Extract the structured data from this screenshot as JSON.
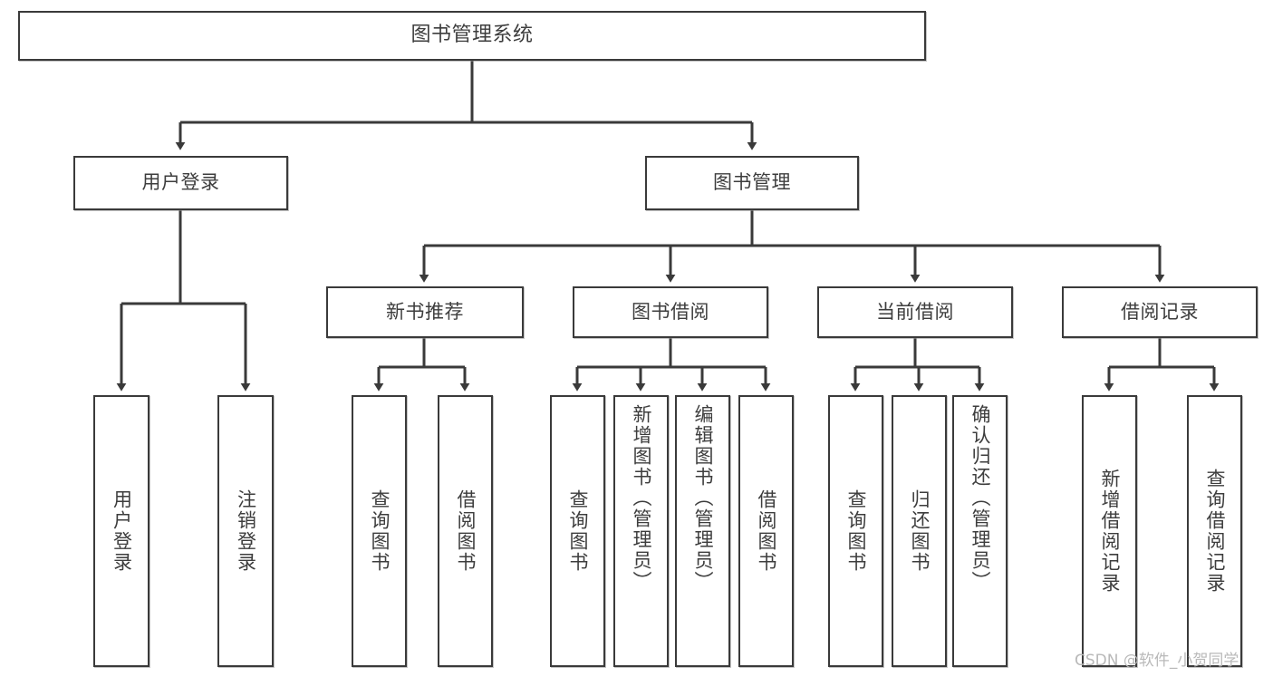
{
  "diagram": {
    "type": "tree",
    "title": "图书管理系统",
    "watermark": "CSDN @软件_小贺同学",
    "colors": {
      "box_border": "#3a3a3a",
      "box_fill": "#ffffff",
      "text": "#3d3d3d",
      "edge": "#3a3a3a",
      "watermark": "#b9b9b9"
    },
    "levels": {
      "root": "图书管理系统",
      "level2": [
        "用户登录",
        "图书管理"
      ],
      "level3": [
        "新书推荐",
        "图书借阅",
        "当前借阅",
        "借阅记录"
      ],
      "level4": [
        "用户登录",
        "注销登录",
        "查询图书",
        "借阅图书",
        "查询图书",
        "新增图书（管理员）",
        "编辑图书（管理员）",
        "借阅图书",
        "查询图书",
        "归还图书",
        "确认归还（管理员）",
        "新增借阅记录",
        "查询借阅记录"
      ]
    },
    "nodes": {
      "root": {
        "label": "图书管理系统"
      },
      "user_login": {
        "label": "用户登录"
      },
      "book_manage": {
        "label": "图书管理"
      },
      "new_book_rec": {
        "label": "新书推荐"
      },
      "book_borrow": {
        "label": "图书借阅"
      },
      "current_borrow": {
        "label": "当前借阅"
      },
      "borrow_record": {
        "label": "借阅记录"
      },
      "leaf_user_login": {
        "label": "用户登录"
      },
      "leaf_logout": {
        "label": "注销登录"
      },
      "leaf_query_book_a": {
        "label": "查询图书"
      },
      "leaf_borrow_book_a": {
        "label": "借阅图书"
      },
      "leaf_query_book_b": {
        "label": "查询图书"
      },
      "leaf_add_book": {
        "label": "新增图书（管理员）"
      },
      "leaf_edit_book": {
        "label": "编辑图书（管理员）"
      },
      "leaf_borrow_book_b": {
        "label": "借阅图书"
      },
      "leaf_query_book_c": {
        "label": "查询图书"
      },
      "leaf_return_book": {
        "label": "归还图书"
      },
      "leaf_confirm_return": {
        "label": "确认归还（管理员）"
      },
      "leaf_add_record": {
        "label": "新增借阅记录"
      },
      "leaf_query_record": {
        "label": "查询借阅记录"
      }
    },
    "edges": [
      {
        "from": "root",
        "to": "user_login"
      },
      {
        "from": "root",
        "to": "book_manage"
      },
      {
        "from": "user_login",
        "to": "leaf_user_login"
      },
      {
        "from": "user_login",
        "to": "leaf_logout"
      },
      {
        "from": "book_manage",
        "to": "new_book_rec"
      },
      {
        "from": "book_manage",
        "to": "book_borrow"
      },
      {
        "from": "book_manage",
        "to": "current_borrow"
      },
      {
        "from": "book_manage",
        "to": "borrow_record"
      },
      {
        "from": "new_book_rec",
        "to": "leaf_query_book_a"
      },
      {
        "from": "new_book_rec",
        "to": "leaf_borrow_book_a"
      },
      {
        "from": "book_borrow",
        "to": "leaf_query_book_b"
      },
      {
        "from": "book_borrow",
        "to": "leaf_add_book"
      },
      {
        "from": "book_borrow",
        "to": "leaf_edit_book"
      },
      {
        "from": "book_borrow",
        "to": "leaf_borrow_book_b"
      },
      {
        "from": "current_borrow",
        "to": "leaf_query_book_c"
      },
      {
        "from": "current_borrow",
        "to": "leaf_return_book"
      },
      {
        "from": "current_borrow",
        "to": "leaf_confirm_return"
      },
      {
        "from": "borrow_record",
        "to": "leaf_add_record"
      },
      {
        "from": "borrow_record",
        "to": "leaf_query_record"
      }
    ]
  }
}
